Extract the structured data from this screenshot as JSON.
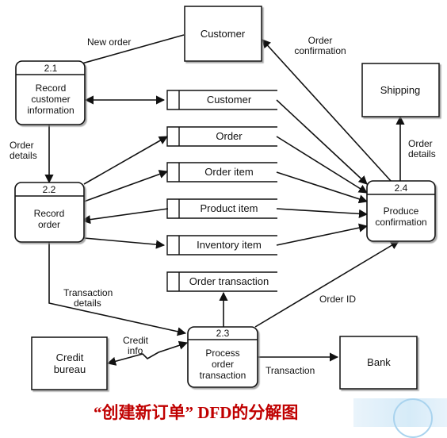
{
  "caption": "“创建新订单” DFD的分解图",
  "externals": {
    "customer": "Customer",
    "shipping": "Shipping",
    "credit_bureau": [
      "Credit",
      "bureau"
    ],
    "bank": "Bank"
  },
  "processes": {
    "p21": {
      "id": "2.1",
      "label": [
        "Record",
        "customer",
        "information"
      ]
    },
    "p22": {
      "id": "2.2",
      "label": [
        "Record",
        "order"
      ]
    },
    "p23": {
      "id": "2.3",
      "label": [
        "Process",
        "order",
        "transaction"
      ]
    },
    "p24": {
      "id": "2.4",
      "label": [
        "Produce",
        "confirmation"
      ]
    }
  },
  "stores": {
    "customer": "Customer",
    "order": "Order",
    "order_item": "Order item",
    "product_item": "Product item",
    "inventory_item": "Inventory item",
    "order_transaction": "Order transaction"
  },
  "flows": {
    "new_order": "New order",
    "order_confirmation": [
      "Order",
      "confirmation"
    ],
    "order_details_left": [
      "Order",
      "details"
    ],
    "order_details_right": [
      "Order",
      "details"
    ],
    "transaction_details": [
      "Transaction",
      "details"
    ],
    "credit_info": [
      "Credit",
      "info"
    ],
    "order_id": "Order ID",
    "transaction": "Transaction"
  }
}
